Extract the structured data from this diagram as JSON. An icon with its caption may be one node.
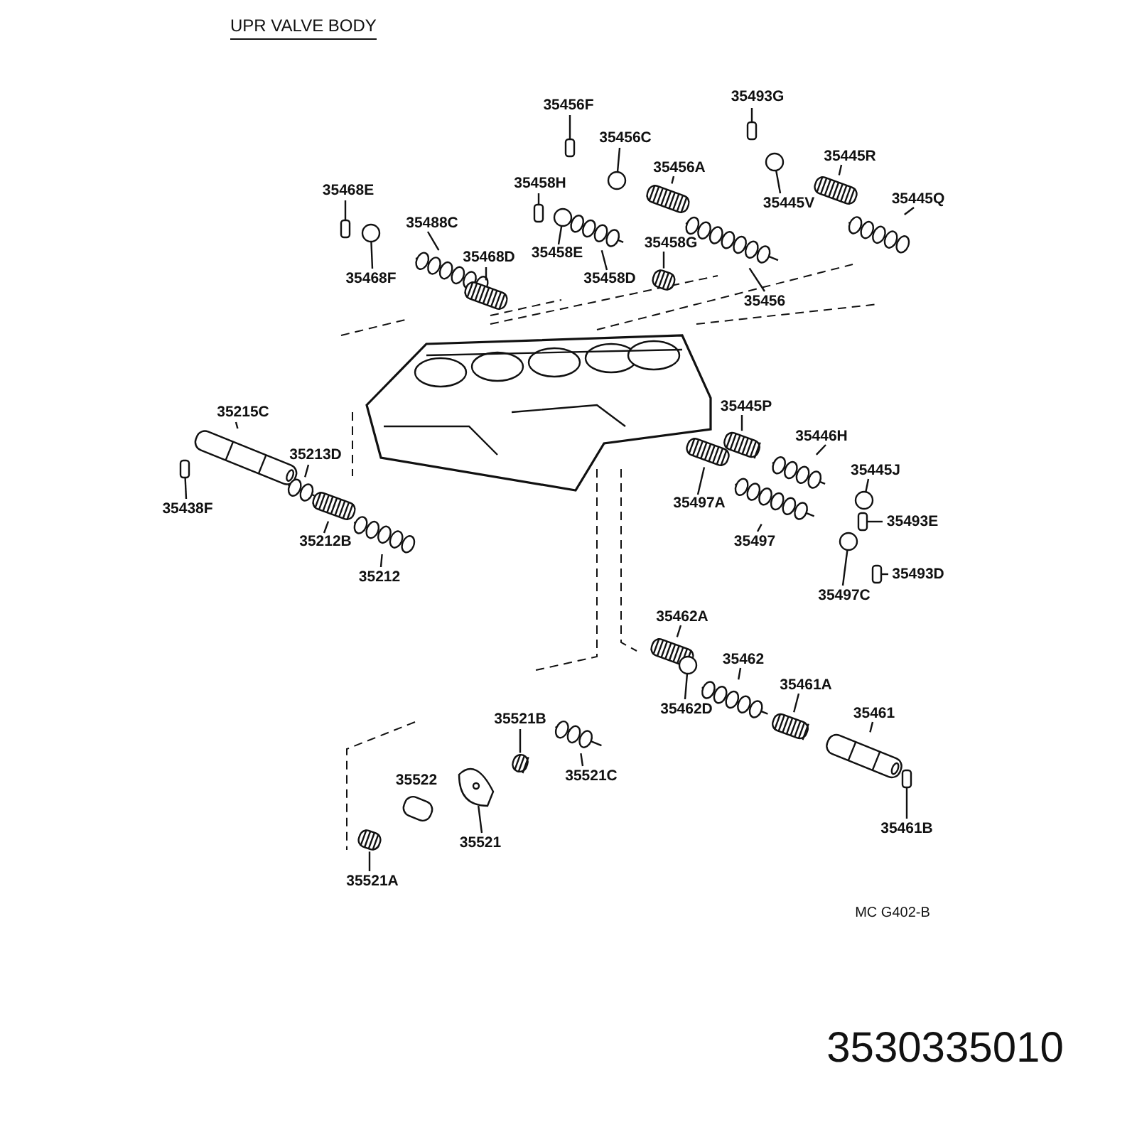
{
  "diagram": {
    "title": "UPR VALVE BODY",
    "nodes": [
      {
        "text": [
          "35456F"
        ]
      },
      {
        "text": [
          "35456C"
        ]
      },
      {
        "text": [
          "35456A"
        ]
      },
      {
        "text": [
          "35493G"
        ]
      },
      {
        "text": [
          "35445V"
        ]
      },
      {
        "text": [
          "35445R"
        ]
      },
      {
        "text": [
          "35445Q"
        ]
      },
      {
        "text": [
          "35468E"
        ]
      },
      {
        "text": [
          "35488C"
        ]
      },
      {
        "text": [
          "35468F"
        ]
      },
      {
        "text": [
          "35468D"
        ]
      },
      {
        "text": [
          "35458H"
        ]
      },
      {
        "text": [
          "35458E"
        ]
      },
      {
        "text": [
          "35458D"
        ]
      },
      {
        "text": [
          "35458G"
        ]
      },
      {
        "text": [
          "35456"
        ]
      },
      {
        "text": [
          "35215C"
        ]
      },
      {
        "text": [
          "35213D"
        ]
      },
      {
        "text": [
          "35438F"
        ]
      },
      {
        "text": [
          "35212B"
        ]
      },
      {
        "text": [
          "35212"
        ]
      },
      {
        "text": [
          "35445P"
        ]
      },
      {
        "text": [
          "35446H"
        ]
      },
      {
        "text": [
          "35445J"
        ]
      },
      {
        "text": [
          "35497A"
        ]
      },
      {
        "text": [
          "35493E"
        ]
      },
      {
        "text": [
          "35497"
        ]
      },
      {
        "text": [
          "35497C"
        ]
      },
      {
        "text": [
          "35493D"
        ]
      },
      {
        "text": [
          "35462A"
        ]
      },
      {
        "text": [
          "35462D"
        ]
      },
      {
        "text": [
          "35462"
        ]
      },
      {
        "text": [
          "35461A"
        ]
      },
      {
        "text": [
          "35461"
        ]
      },
      {
        "text": [
          "35461B"
        ]
      },
      {
        "text": [
          "35521B"
        ]
      },
      {
        "text": [
          "35521C"
        ]
      },
      {
        "text": [
          "35521"
        ]
      },
      {
        "text": [
          "35521A"
        ]
      },
      {
        "text": [],
        "shape": "box"
      },
      {
        "text": [],
        "shape": "circle"
      },
      {
        "text": [],
        "shape": "picture"
      },
      {
        "text": [],
        "shape": "box"
      },
      {
        "text": [],
        "shape": "circle"
      },
      {
        "text": [],
        "shape": "picture"
      },
      {
        "text": [],
        "shape": "picture"
      },
      {
        "text": [],
        "shape": "box"
      },
      {
        "text": [],
        "shape": "picture"
      },
      {
        "text": [],
        "shape": "circle"
      },
      {
        "text": [],
        "shape": "picture"
      },
      {
        "text": [],
        "shape": "box"
      },
      {
        "text": [],
        "shape": "circle"
      },
      {
        "text": [],
        "shape": "picture"
      },
      {
        "text": [],
        "shape": "picture"
      },
      {
        "text": [],
        "shape": "picture"
      },
      {
        "text": [],
        "shape": "picture"
      },
      {
        "text": [],
        "shape": "picture"
      },
      {
        "text": [],
        "shape": "box"
      },
      {
        "text": [],
        "shape": "picture"
      },
      {
        "text": [],
        "shape": "picture"
      },
      {
        "text": [],
        "shape": "picture"
      },
      {
        "text": [],
        "shape": "picture"
      },
      {
        "text": [],
        "shape": "circle"
      },
      {
        "text": [],
        "shape": "picture"
      },
      {
        "text": [],
        "shape": "box"
      },
      {
        "text": [],
        "shape": "picture"
      },
      {
        "text": [],
        "shape": "circle"
      },
      {
        "text": [],
        "shape": "box"
      },
      {
        "text": [],
        "shape": "picture"
      },
      {
        "text": [],
        "shape": "circle"
      },
      {
        "text": [],
        "shape": "picture"
      },
      {
        "text": [],
        "shape": "picture"
      },
      {
        "text": [],
        "shape": "picture"
      },
      {
        "text": [],
        "shape": "box"
      },
      {
        "text": [],
        "shape": "picture"
      },
      {
        "text": [],
        "shape": "picture"
      },
      {
        "text": [],
        "shape": "picture"
      },
      {
        "text": [],
        "shape": "picture"
      }
    ],
    "edges": [
      {
        "from": 0,
        "to": 39,
        "arrow": "none"
      },
      {
        "from": 1,
        "to": 40,
        "arrow": "none"
      },
      {
        "from": 2,
        "to": 41,
        "arrow": "none"
      },
      {
        "from": 3,
        "to": 42,
        "arrow": "none"
      },
      {
        "from": 4,
        "to": 43,
        "arrow": "none"
      },
      {
        "from": 5,
        "to": 44,
        "arrow": "none"
      },
      {
        "from": 6,
        "to": 45,
        "arrow": "none"
      },
      {
        "from": 7,
        "to": 46,
        "arrow": "none"
      },
      {
        "from": 8,
        "to": 47,
        "arrow": "none"
      },
      {
        "from": 9,
        "to": 48,
        "arrow": "none"
      },
      {
        "from": 10,
        "to": 49,
        "arrow": "none"
      },
      {
        "from": 11,
        "to": 50,
        "arrow": "none"
      },
      {
        "from": 12,
        "to": 51,
        "arrow": "none"
      },
      {
        "from": 13,
        "to": 52,
        "arrow": "none"
      },
      {
        "from": 14,
        "to": 53,
        "arrow": "none"
      },
      {
        "from": 15,
        "to": 54,
        "arrow": "none"
      },
      {
        "from": 16,
        "to": 55,
        "arrow": "none"
      },
      {
        "from": 17,
        "to": 56,
        "arrow": "none"
      },
      {
        "from": 18,
        "to": 57,
        "arrow": "none"
      },
      {
        "from": 19,
        "to": 58,
        "arrow": "none"
      },
      {
        "from": 20,
        "to": 59,
        "arrow": "none"
      },
      {
        "from": 21,
        "to": 60,
        "arrow": "none"
      },
      {
        "from": 22,
        "to": 61,
        "arrow": "none"
      },
      {
        "from": 23,
        "to": 62,
        "arrow": "none"
      },
      {
        "from": 24,
        "to": 63,
        "arrow": "none"
      },
      {
        "from": 25,
        "to": 64,
        "arrow": "none"
      },
      {
        "from": 26,
        "to": 65,
        "arrow": "none"
      },
      {
        "from": 27,
        "to": 66,
        "arrow": "none"
      },
      {
        "from": 28,
        "to": 67,
        "arrow": "none"
      },
      {
        "from": 29,
        "to": 68,
        "arrow": "none"
      },
      {
        "from": 30,
        "to": 69,
        "arrow": "none"
      },
      {
        "from": 31,
        "to": 70,
        "arrow": "none"
      },
      {
        "from": 32,
        "to": 71,
        "arrow": "none"
      },
      {
        "from": 33,
        "to": 72,
        "arrow": "none"
      },
      {
        "from": 34,
        "to": 73,
        "arrow": "none"
      },
      {
        "from": 35,
        "to": 74,
        "arrow": "none"
      },
      {
        "from": 36,
        "to": 75,
        "arrow": "none"
      },
      {
        "from": 37,
        "to": 76,
        "arrow": "none"
      },
      {
        "from": 38,
        "to": 77,
        "arrow": "none"
      }
    ],
    "labels": [
      "35522",
      "MC G402-B",
      "3530335010"
    ]
  }
}
